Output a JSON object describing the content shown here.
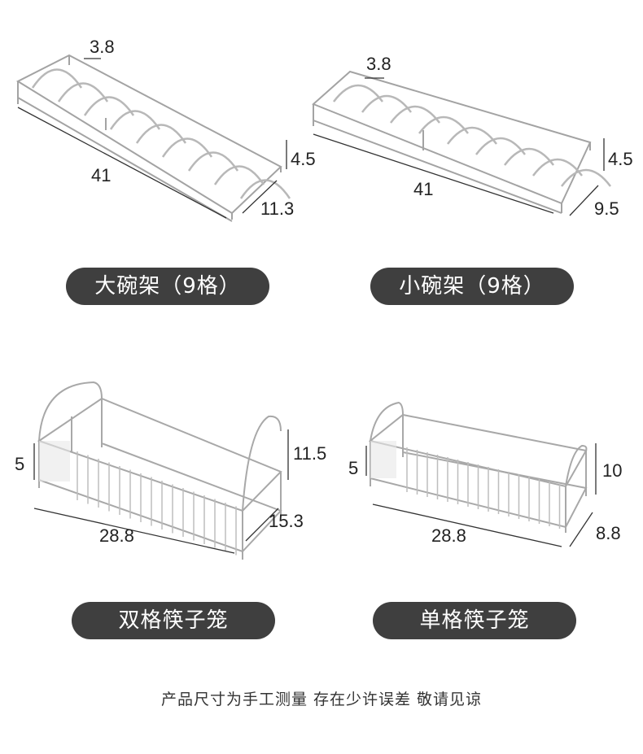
{
  "products": [
    {
      "label": "大碗架（9格）",
      "dims": {
        "top": "3.8",
        "length": "41",
        "height": "4.5",
        "depth": "11.3"
      }
    },
    {
      "label": "小碗架（9格）",
      "dims": {
        "top": "3.8",
        "length": "41",
        "height": "4.5",
        "depth": "9.5"
      }
    },
    {
      "label": "双格筷子笼",
      "dims": {
        "left": "5",
        "length": "28.8",
        "height": "11.5",
        "depth": "15.3"
      }
    },
    {
      "label": "单格筷子笼",
      "dims": {
        "left": "5",
        "length": "28.8",
        "height": "10",
        "depth": "8.8"
      }
    }
  ],
  "footer": "产品尺寸为手工测量 存在少许误差 敬请见谅",
  "colors": {
    "pill": "#3f3f3f",
    "wire": "#9a9a9a",
    "dimension_line": "#333333"
  }
}
